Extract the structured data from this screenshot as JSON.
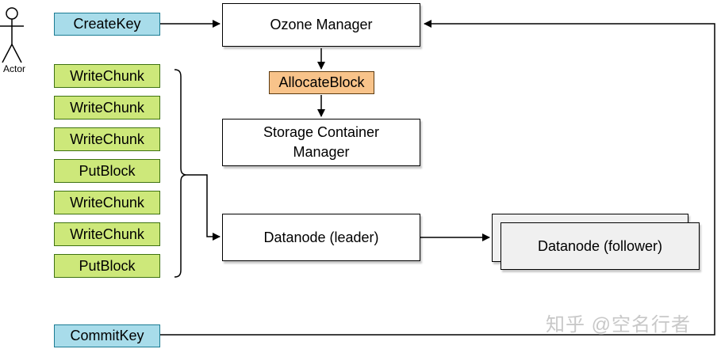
{
  "diagram": {
    "actor": {
      "label": "Actor"
    },
    "client_calls": {
      "create_key": "CreateKey",
      "chunk_sequence": [
        "WriteChunk",
        "WriteChunk",
        "WriteChunk",
        "PutBlock",
        "WriteChunk",
        "WriteChunk",
        "PutBlock"
      ],
      "commit_key": "CommitKey"
    },
    "nodes": {
      "ozone_manager": "Ozone Manager",
      "allocate_block": "AllocateBlock",
      "storage_container_manager": "Storage Container Manager",
      "datanode_leader": "Datanode (leader)",
      "datanode_follower": "Datanode (follower)"
    },
    "watermark": "知乎 @空名行者",
    "colors": {
      "call_chip_blue": "#A8DCEA",
      "call_chip_blue_border": "#1B7B93",
      "chunk_chip_green": "#CDE87A",
      "chunk_chip_green_border": "#3E7211",
      "allocate_orange": "#F8C38A",
      "allocate_orange_border": "#5C3A10",
      "node_fill": "#FFFFFF",
      "follower_fill": "#F0F0F0",
      "connector": "#000000",
      "watermark_gray": "#C8C8C8"
    }
  }
}
